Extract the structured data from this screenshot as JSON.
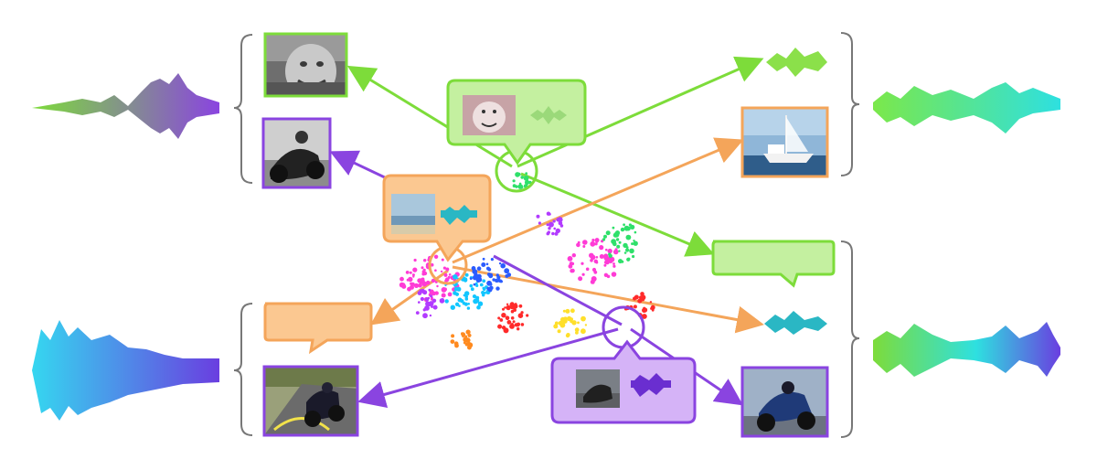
{
  "diagram": {
    "colors": {
      "green": "#7ddc3a",
      "green_fill": "#c4f0a0",
      "orange": "#f4a55a",
      "orange_fill": "#fbc891",
      "purple": "#8a44e0",
      "purple_fill": "#d5b3f7",
      "bracket": "#777777",
      "teal": "#2ab7c4"
    },
    "left_waveforms": [
      {
        "name": "audio-top-left",
        "gradient": [
          "#7ddc3a",
          "#8a44e0"
        ]
      },
      {
        "name": "audio-bottom-left",
        "gradient": [
          "#35d7f0",
          "#6a3ee0"
        ]
      }
    ],
    "right_waveforms": [
      {
        "name": "audio-top-right",
        "gradient": [
          "#7be84a",
          "#2ee0e0"
        ]
      },
      {
        "name": "audio-bottom-right",
        "gradient": [
          "#7ddc3a",
          "#6a3ee0"
        ]
      }
    ],
    "thumbnails": [
      {
        "name": "photo-old-man",
        "border": "#7ddc3a"
      },
      {
        "name": "photo-motorcycle-racer",
        "border": "#8a44e0"
      },
      {
        "name": "photo-sailboat",
        "border": "#f4a55a"
      },
      {
        "name": "photo-motorcycle-road",
        "border": "#8a44e0"
      },
      {
        "name": "photo-motorcycle-parked",
        "border": "#8a44e0"
      }
    ],
    "callouts": [
      {
        "name": "callout-green",
        "fill": "#c4f0a0",
        "stroke": "#7ddc3a"
      },
      {
        "name": "callout-orange",
        "fill": "#fbc891",
        "stroke": "#f4a55a"
      },
      {
        "name": "callout-purple",
        "fill": "#d5b3f7",
        "stroke": "#8a44e0"
      }
    ],
    "cluster_colors": [
      "#ff3bd6",
      "#2b5cff",
      "#12c6ff",
      "#ff2a2a",
      "#ff8a1f",
      "#2ee06a",
      "#ffdf2a",
      "#b23bff"
    ]
  }
}
